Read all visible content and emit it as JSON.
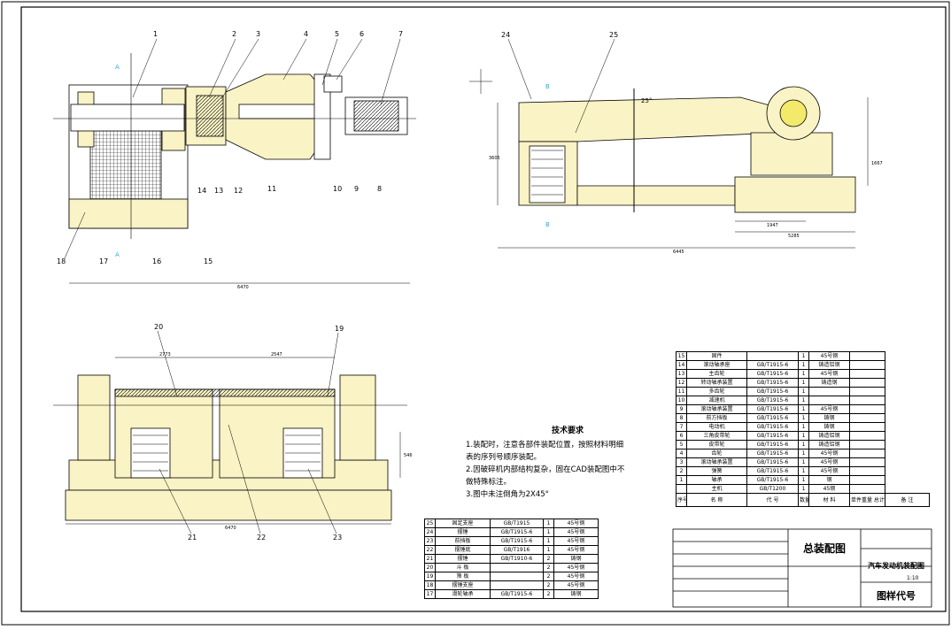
{
  "callouts": {
    "top_left": [
      "1",
      "2",
      "3",
      "4",
      "5",
      "6",
      "7",
      "8",
      "9",
      "10",
      "11",
      "12",
      "13",
      "14",
      "15",
      "16",
      "17",
      "18"
    ],
    "top_right": [
      "24",
      "25"
    ],
    "bottom": [
      "19",
      "20",
      "21",
      "22",
      "23"
    ]
  },
  "section_marks": {
    "a": "A",
    "b": "B"
  },
  "angle_label": "25°",
  "dims": {
    "top_overall": "6470",
    "right_overall": "6445",
    "right_sub1": "5285",
    "right_sub2": "1947",
    "right_height": "1667",
    "right_left_h": "3605",
    "bottom_w1": "2773",
    "bottom_w2": "2547",
    "bottom_overall": "6470",
    "bottom_h": "546"
  },
  "notes": {
    "title": "技术要求",
    "lines": [
      "1.装配时，注意各部件装配位置，按照材料明细",
      "表的序列号顺序装配。",
      "2.因破碎机内部结构复杂，固在CAD装配图中不",
      "做特殊标注。",
      "3.图中未注倒角为2X45°"
    ]
  },
  "parts_right": {
    "rows": [
      [
        "15",
        "固件",
        "",
        "1",
        "45号钢",
        ""
      ],
      [
        "14",
        "滚动轴承座",
        "GB/T1915-6",
        "1",
        "铸造铝钢",
        ""
      ],
      [
        "13",
        "主齿轮",
        "GB/T1915-6",
        "1",
        "45号钢",
        ""
      ],
      [
        "12",
        "转动轴承装置",
        "GB/T1915-6",
        "1",
        "铸造钢",
        ""
      ],
      [
        "11",
        "多齿轮",
        "GB/T1915-6",
        "1",
        "",
        ""
      ],
      [
        "10",
        "减速机",
        "GB/T1915-6",
        "1",
        "",
        ""
      ],
      [
        "9",
        "滚动轴承装置",
        "GB/T1915-6",
        "1",
        "45号钢",
        ""
      ],
      [
        "8",
        "前方挡板",
        "GB/T1915-6",
        "1",
        "铸钢",
        ""
      ],
      [
        "7",
        "电动机",
        "GB/T1915-6",
        "1",
        "铸钢",
        ""
      ],
      [
        "6",
        "三角皮带轮",
        "GB/T1915-6",
        "1",
        "铸造铝钢",
        ""
      ],
      [
        "5",
        "皮带轮",
        "GB/T1915-6",
        "1",
        "铸造铝钢",
        ""
      ],
      [
        "4",
        "齿轮",
        "GB/T1915-6",
        "1",
        "45号钢",
        ""
      ],
      [
        "3",
        "滚动轴承装置",
        "GB/T1915-6",
        "1",
        "45号钢",
        ""
      ],
      [
        "2",
        "弹簧",
        "GB/T1915-6",
        "1",
        "45号钢",
        ""
      ],
      [
        "1",
        "轴承",
        "GB/T1915-6",
        "1",
        "钢",
        ""
      ],
      [
        "",
        "主机",
        "GB/T1200",
        "1",
        "45钢",
        ""
      ]
    ],
    "header": [
      "序号",
      "名 称",
      "代 号",
      "数量",
      "材 料",
      "单件重量 总计",
      "备 注"
    ]
  },
  "parts_left": {
    "rows": [
      [
        "25",
        "固定支座",
        "GB/T1915",
        "1",
        "45号钢"
      ],
      [
        "24",
        "摆锤",
        "GB/T1915-6",
        "1",
        "45号钢"
      ],
      [
        "23",
        "前挡板",
        "GB/T1915-6",
        "1",
        "45号钢"
      ],
      [
        "22",
        "摆锤底",
        "GB/T1916",
        "1",
        "45号钢"
      ],
      [
        "21",
        "摆锤",
        "GB/T1910-6",
        "2",
        "铸钢"
      ],
      [
        "20",
        "斗 板",
        "",
        "2",
        "45号钢"
      ],
      [
        "19",
        "筛 板",
        "",
        "2",
        "45号钢"
      ],
      [
        "18",
        "摆锤支座",
        "",
        "2",
        "45号钢"
      ],
      [
        "17",
        "滑轮轴承",
        "GB/T1915-6",
        "2",
        "铸钢"
      ]
    ]
  },
  "title_block": {
    "drawing_name": "总装配图",
    "project": "汽车发动机装配图",
    "drawing_code": "图样代号",
    "scale": "1:10"
  }
}
